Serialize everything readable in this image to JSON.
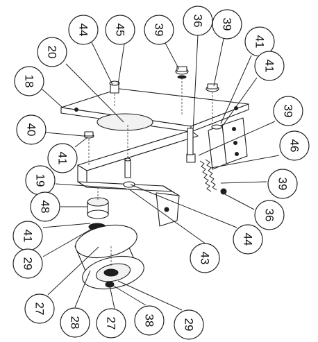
{
  "diagram": {
    "callouts": [
      {
        "id": "c44a",
        "label": "44"
      },
      {
        "id": "c45",
        "label": "45"
      },
      {
        "id": "c39a",
        "label": "39"
      },
      {
        "id": "c36a",
        "label": "36"
      },
      {
        "id": "c39b",
        "label": "39"
      },
      {
        "id": "c20",
        "label": "20"
      },
      {
        "id": "c41a",
        "label": "41"
      },
      {
        "id": "c41b",
        "label": "41"
      },
      {
        "id": "c18",
        "label": "18"
      },
      {
        "id": "c39c",
        "label": "39"
      },
      {
        "id": "c40",
        "label": "40"
      },
      {
        "id": "c41c",
        "label": "41"
      },
      {
        "id": "c46",
        "label": "46"
      },
      {
        "id": "c19",
        "label": "19"
      },
      {
        "id": "c39d",
        "label": "39"
      },
      {
        "id": "c48",
        "label": "48"
      },
      {
        "id": "c36b",
        "label": "36"
      },
      {
        "id": "c41d",
        "label": "41"
      },
      {
        "id": "c44b",
        "label": "44"
      },
      {
        "id": "c43",
        "label": "43"
      },
      {
        "id": "c29a",
        "label": "29"
      },
      {
        "id": "c27a",
        "label": "27"
      },
      {
        "id": "c28",
        "label": "28"
      },
      {
        "id": "c27b",
        "label": "27"
      },
      {
        "id": "c38",
        "label": "38"
      },
      {
        "id": "c29b",
        "label": "29"
      }
    ]
  }
}
